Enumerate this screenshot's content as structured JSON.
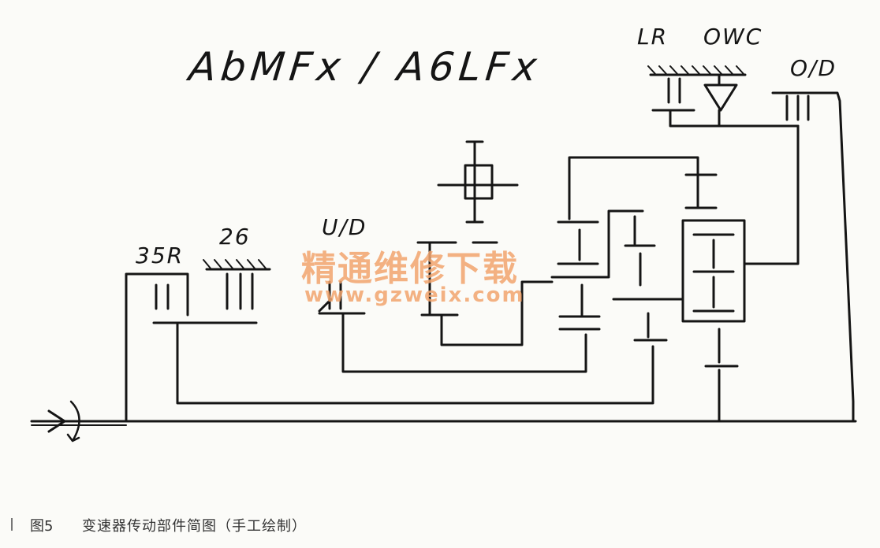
{
  "diagram": {
    "title": "AbMFx / A6LFx",
    "labels": {
      "clutch_35r": "35R",
      "brake_26": "26",
      "clutch_ud": "U/D",
      "brake_lr": "LR",
      "owc": "OWC",
      "clutch_od": "O/D"
    },
    "stroke_color": "#151515"
  },
  "watermark": {
    "text": "精通维修下载",
    "url": "www.gzweix.com",
    "color": "#f2a56e"
  },
  "caption": {
    "figure_number": "图5",
    "text": "变速器传动部件简图（手工绘制）"
  }
}
